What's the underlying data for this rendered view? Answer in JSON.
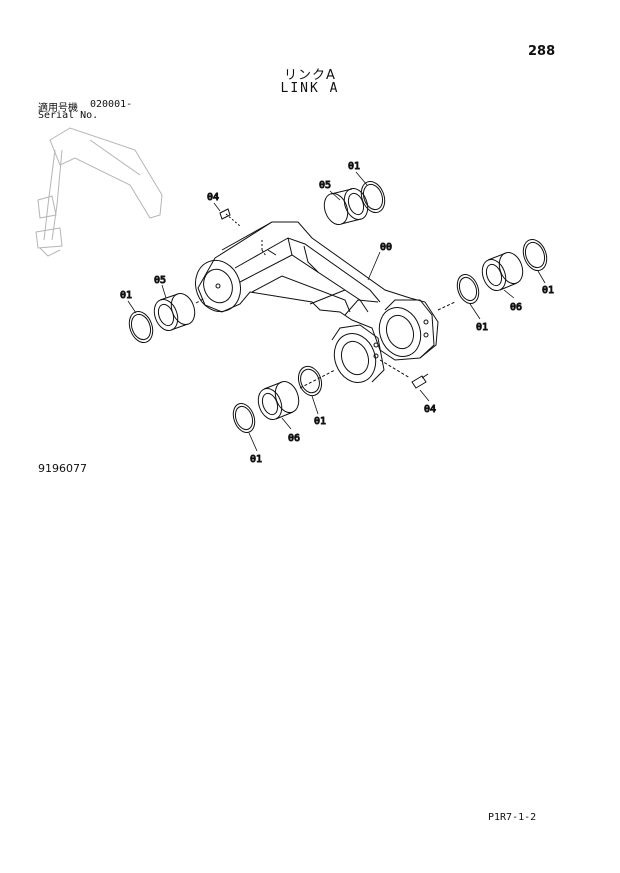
{
  "header": {
    "page_number": "288",
    "title_jp": "リンクA",
    "title_en": "LINK A"
  },
  "serial": {
    "label_jp": "適用号機",
    "label_en": "Serial No.",
    "range": "020001-"
  },
  "diagram": {
    "part_labels": {
      "p00": "00",
      "p01_top": "01",
      "p05_top": "05",
      "p04_top": "04",
      "p05_left": "05",
      "p01_left": "01",
      "p01_right_lower": "01",
      "p06_right": "06",
      "p01_right": "01",
      "p04_right": "04",
      "p01_bottom_mid": "01",
      "p06_bottom": "06",
      "p01_bottom": "01"
    }
  },
  "footer": {
    "drawing_number": "9196077",
    "page_ref": "P1R7-1-2"
  }
}
